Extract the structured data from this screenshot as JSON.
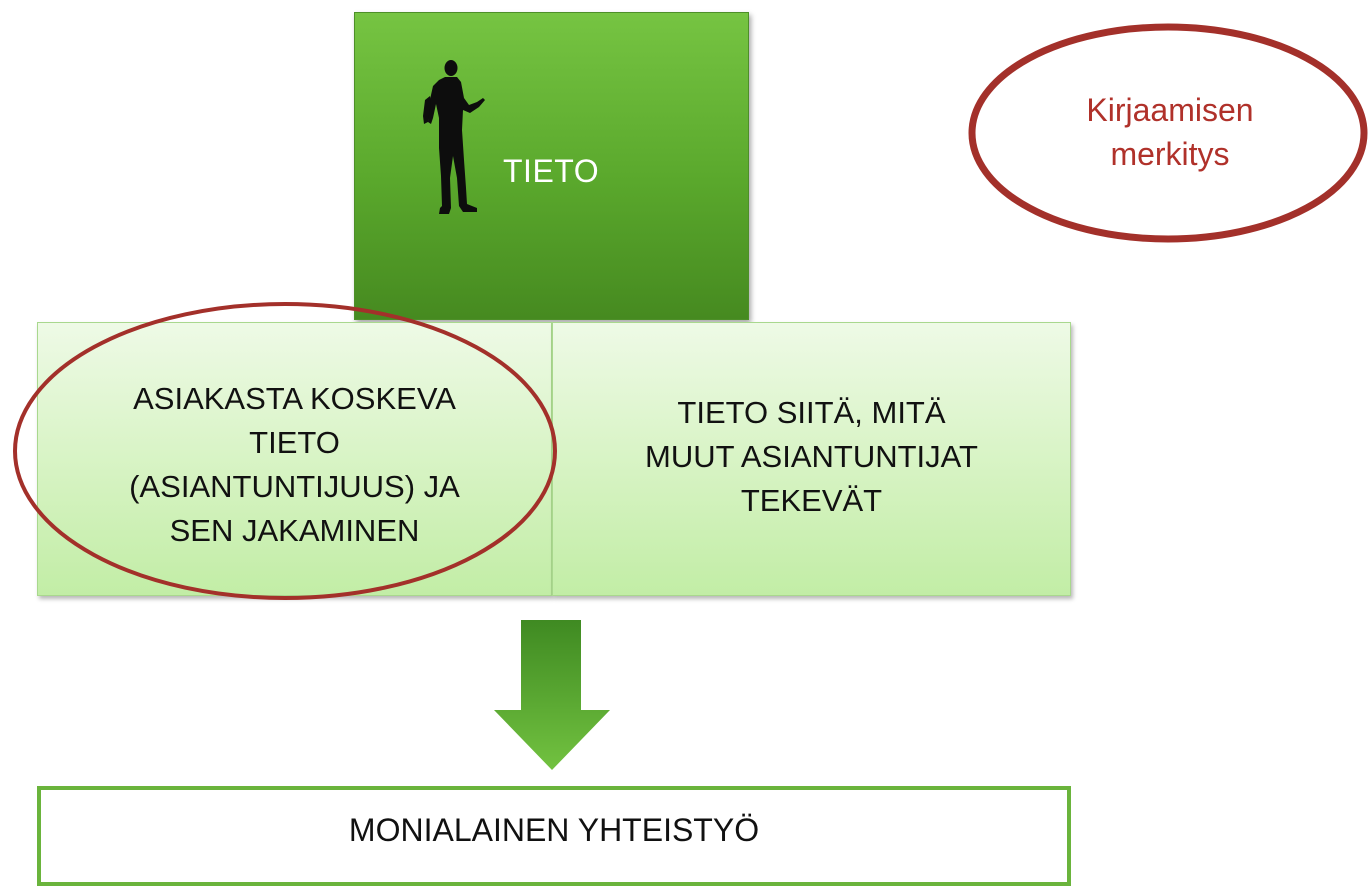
{
  "top_box": {
    "label": "TIETO",
    "icon": "person-presenting-icon"
  },
  "left_box": {
    "text": "ASIAKASTA KOSKEVA\nTIETO\n(ASIANTUNTIJUUS) JA\nSEN JAKAMINEN"
  },
  "right_box": {
    "text": "TIETO SIITÄ, MITÄ\nMUUT ASIANTUNTIJAT\nTEKEVÄT"
  },
  "callout": {
    "text": "Kirjaamisen\nmerkitys"
  },
  "bottom_box": {
    "label": "MONIALAINEN YHTEISTYÖ"
  },
  "colors": {
    "top_box_green": "#5aa82c",
    "light_box_green": "#d6f3c2",
    "oval_red": "#a3302a",
    "callout_text": "#b0312a",
    "arrow_green": "#5aa82c",
    "bottom_border": "#6ab43c"
  }
}
